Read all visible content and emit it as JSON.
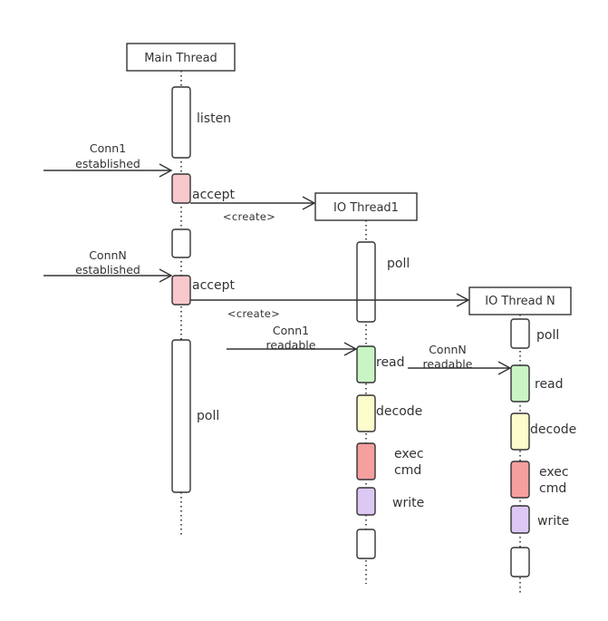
{
  "threads": {
    "main": {
      "title": "Main Thread"
    },
    "io1": {
      "title": "IO Thread1"
    },
    "ion": {
      "title": "IO Thread N"
    }
  },
  "main_activations": {
    "listen": "listen",
    "accept1": "accept",
    "acceptN": "accept",
    "poll": "poll"
  },
  "io1_activations": {
    "poll": "poll",
    "read": "read",
    "decode": "decode",
    "exec_line1": "exec",
    "exec_line2": "cmd",
    "write": "write"
  },
  "ion_activations": {
    "poll": "poll",
    "read": "read",
    "decode": "decode",
    "exec_line1": "exec",
    "exec_line2": "cmd",
    "write": "write"
  },
  "messages": {
    "conn1_est_line1": "Conn1",
    "conn1_est_line2": "established",
    "connN_est_line1": "ConnN",
    "connN_est_line2": "established",
    "create1": "<create>",
    "createN": "<create>",
    "conn1_read_line1": "Conn1",
    "conn1_read_line2": "readable",
    "connN_read_line1": "ConnN",
    "connN_read_line2": "readable"
  },
  "colors": {
    "accept_fill": "#f8c8cc",
    "read_fill": "#c9f5c4",
    "decode_fill": "#fdfccc",
    "exec_fill": "#f59f9f",
    "write_fill": "#ddc8f3",
    "plain_fill": "#ffffff",
    "stroke": "#333333"
  }
}
